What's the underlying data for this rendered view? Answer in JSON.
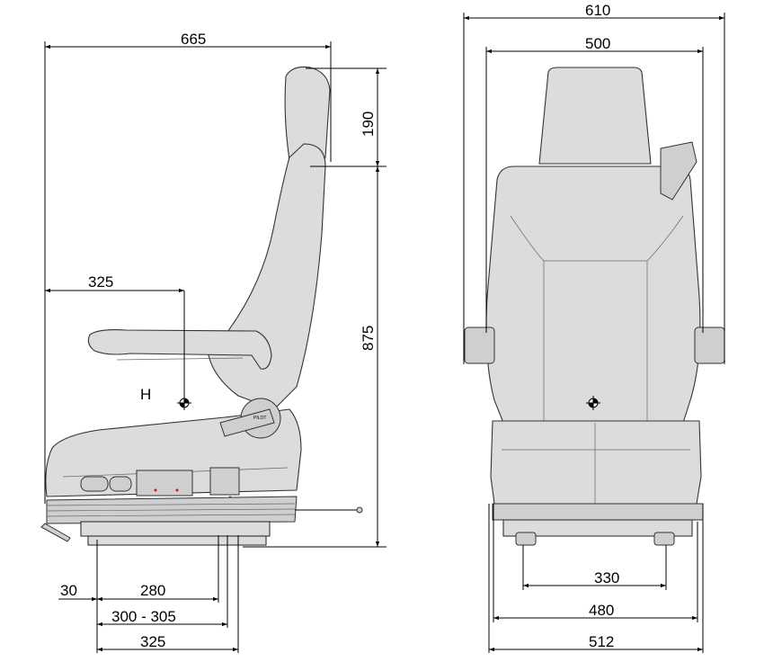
{
  "side_view": {
    "overall_depth": "665",
    "headrest_height": "190",
    "total_height": "875",
    "h_point_depth": "325",
    "h_point_label": "H",
    "offset_front": "30",
    "rail_280": "280",
    "rail_range": "300 - 305",
    "rail_325": "325",
    "logo_text": "PILOT"
  },
  "front_view": {
    "overall_width": "610",
    "backrest_width": "500",
    "mount_330": "330",
    "mount_480": "480",
    "base_512": "512"
  },
  "colors": {
    "seat_fill": "#dcdcdc",
    "line": "#000000",
    "accent_red": "#d11"
  }
}
